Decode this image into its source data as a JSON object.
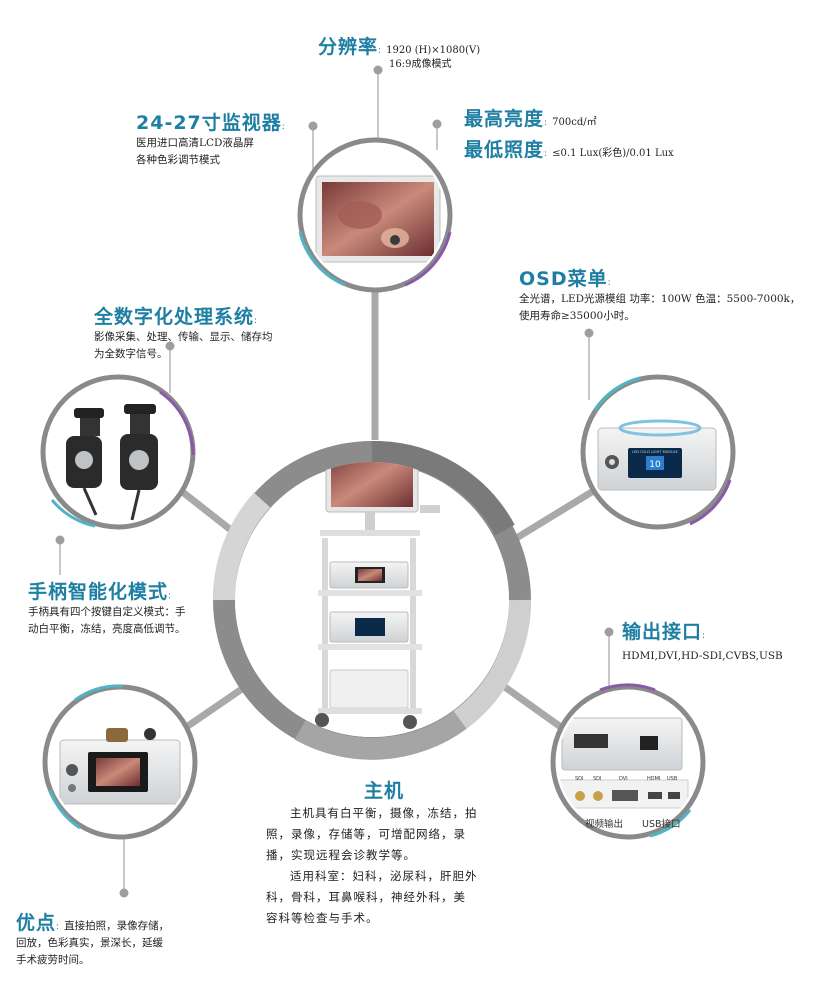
{
  "colors": {
    "accent_teal": "#1f7fa3",
    "ring_gray": "#8e8e8e",
    "connector_gray": "#a9a9a9",
    "dot_gray": "#9e9e9e",
    "arc_purple": "#8a5aa8",
    "arc_teal": "#4fb4c4"
  },
  "resolution": {
    "title": "分辨率",
    "line1": "1920 (H)×1080(V)",
    "line2": "16:9成像模式"
  },
  "monitor": {
    "title": "24-27寸监视器",
    "line1": "医用进口高清LCD液晶屏",
    "line2": "各种色彩调节模式"
  },
  "brightness": {
    "title1": "最高亮度",
    "value1": "700cd/㎡",
    "title2": "最低照度",
    "value2": "≤0.1 Lux(彩色)/0.01 Lux"
  },
  "osd": {
    "title": "OSD菜单",
    "line1": "全光谱，LED光源模组 功率：100W  色温：5500-7000k，",
    "line2": "使用寿命≥35000小时。"
  },
  "digital": {
    "title": "全数字化处理系统",
    "line1": "影像采集、处理、传输、显示、储存均",
    "line2": "为全数字信号。"
  },
  "handle": {
    "title": "手柄智能化模式",
    "line1": "手柄具有四个按键自定义模式：手",
    "line2": "动白平衡，冻结，亮度高低调节。"
  },
  "output": {
    "title": "输出接口",
    "line1": "HDMI,DVI,HD-SDI,CVBS,USB",
    "caption_video": "视频输出",
    "caption_usb": "USB接口",
    "port_labels": [
      "SDI",
      "SDI",
      "DVI",
      "HDMI",
      "USB"
    ]
  },
  "host": {
    "title": "主机",
    "para1": [
      "主机具有白平衡，摄像，冻结，拍",
      "照，录像，存储等，可增配网络，录",
      "播，实现远程会诊教学等。"
    ],
    "para2": [
      "适用科室：妇科，泌尿科，肝胆外",
      "科，骨科，耳鼻喉科，神经外科，美",
      "容科等检查与手术。"
    ]
  },
  "advantage": {
    "title": "优点",
    "line1": "直接拍照，录像存储，",
    "line2": "回放，色彩真实，景深长，延缓",
    "line3": "手术疲劳时间。"
  },
  "device": {
    "light_screen_value": "10",
    "light_panel_label": "LED COLD LIGHT MODULE"
  }
}
